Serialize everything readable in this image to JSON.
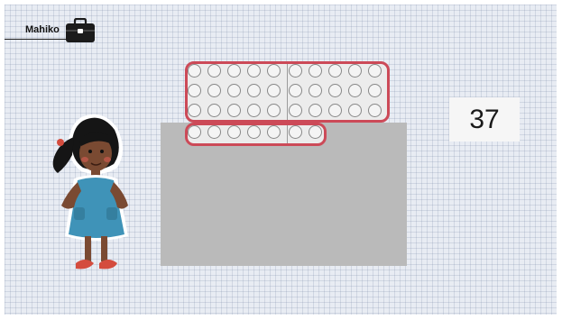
{
  "student": {
    "name": "Mahiko"
  },
  "number_card": {
    "value": "37"
  },
  "ten_frame": {
    "top_block_rows": 3,
    "bottom_block_filled": 7,
    "columns": 10
  },
  "colors": {
    "frame_border": "#cc4a58",
    "board": "#bababa"
  },
  "icons": {
    "toolbox": "toolbox-icon",
    "character": "girl-character"
  }
}
